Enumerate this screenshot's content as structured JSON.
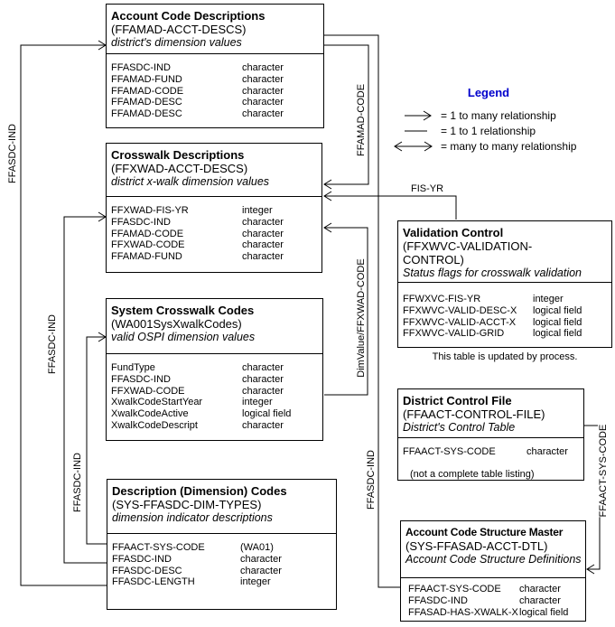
{
  "tables": [
    {
      "title": "Account Code Descriptions",
      "code": "(FFAMAD-ACCT-DESCS)",
      "description": "district's dimension values",
      "fields": [
        [
          "FFASDC-IND",
          "character"
        ],
        [
          "FFAMAD-FUND",
          "character"
        ],
        [
          "FFAMAD-CODE",
          "character"
        ],
        [
          "FFAMAD-DESC",
          "character"
        ],
        [
          "FFAMAD-DESC",
          "character"
        ]
      ]
    },
    {
      "title": "Crosswalk Descriptions",
      "code": "(FFXWAD-ACCT-DESCS)",
      "description": "district x-walk dimension values",
      "fields": [
        [
          "FFXWAD-FIS-YR",
          "integer"
        ],
        [
          "FFASDC-IND",
          "character"
        ],
        [
          "FFAMAD-CODE",
          "character"
        ],
        [
          "FFXWAD-CODE",
          "character"
        ],
        [
          "FFAMAD-FUND",
          "character"
        ]
      ]
    },
    {
      "title": "System Crosswalk Codes",
      "code": "(WA001SysXwalkCodes)",
      "description": "valid OSPI dimension values",
      "fields": [
        [
          "FundType",
          "character"
        ],
        [
          "FFASDC-IND",
          "character"
        ],
        [
          "FFXWAD-CODE",
          "character"
        ],
        [
          "XwalkCodeStartYear",
          "integer"
        ],
        [
          "XwalkCodeActive",
          "logical field"
        ],
        [
          "XwalkCodeDescript",
          "character"
        ]
      ]
    },
    {
      "title": "Description (Dimension) Codes",
      "code": "(SYS-FFASDC-DIM-TYPES)",
      "description": "dimension indicator descriptions",
      "fields": [
        [
          "FFAACT-SYS-CODE",
          "(WA01)"
        ],
        [
          "FFASDC-IND",
          "character"
        ],
        [
          "FFASDC-DESC",
          "character"
        ],
        [
          "FFASDC-LENGTH",
          "integer"
        ]
      ]
    },
    {
      "title": "Validation Control",
      "code": "(FFXWVC-VALIDATION-CONTROL)",
      "description": "Status flags for crosswalk validation",
      "fields": [
        [
          "FFWXVC-FIS-YR",
          "integer"
        ],
        [
          "FFXWVC-VALID-DESC-X",
          "logical field"
        ],
        [
          "FFXWVC-VALID-ACCT-X",
          "logical field"
        ],
        [
          "FFXWVC-VALID-GRID",
          "logical field"
        ]
      ],
      "footnote": "This table is updated by process."
    },
    {
      "title": "District Control File",
      "code": "(FFAACT-CONTROL-FILE)",
      "description": "District's Control Table",
      "fields": [
        [
          "FFAACT-SYS-CODE",
          "character"
        ]
      ],
      "note": "(not a complete table listing)"
    },
    {
      "title": "Account Code Structure Master",
      "code": "(SYS-FFASAD-ACCT-DTL)",
      "description": "Account Code Structure Definitions",
      "fields": [
        [
          "FFAACT-SYS-CODE",
          "character"
        ],
        [
          "FFASDC-IND",
          "character"
        ],
        [
          "FFASAD-HAS-XWALK-X",
          "logical field"
        ]
      ]
    }
  ],
  "relationship_labels": {
    "left_t1": "FFASDC-IND",
    "left_t2": "FFASDC-IND",
    "left_t3": "FFASDC-IND",
    "ffamad_code": "FFAMAD-CODE",
    "fis_yr": "FIS-YR",
    "dimvalue": "DimValue/FFXWAD-CODE",
    "ffasdc_ind_mid": "FFASDC-IND",
    "ffaact_sys_code": "FFAACT-SYS-CODE"
  },
  "legend": {
    "title": "Legend",
    "items": [
      "= 1 to many relationship",
      "= 1 to 1 relationship",
      "= many to many relationship"
    ]
  },
  "colors": {
    "line": "#000000",
    "background": "#ffffff",
    "legend_title": "#0000cc"
  }
}
